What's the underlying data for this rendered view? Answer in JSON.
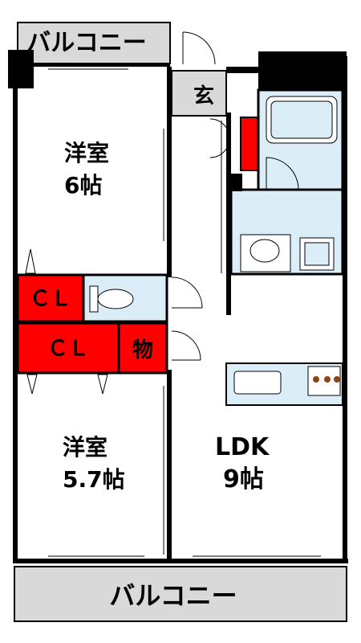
{
  "floorplan": {
    "balcony_top": "バルコニー",
    "balcony_bottom": "バルコニー",
    "entrance": "玄",
    "bedroom1": {
      "name": "洋室",
      "size": "6帖"
    },
    "bedroom2": {
      "name": "洋室",
      "size": "5.7帖"
    },
    "ldk": {
      "name": "LDK",
      "size": "9帖"
    },
    "closet1": "ＣＬ",
    "closet2": "ＣＬ",
    "storage": "物"
  },
  "colors": {
    "wall": "#000000",
    "balcony": "#d9d9d9",
    "wet_area": "#dbeef8",
    "closet": "#ff0000",
    "floor": "#ffffff"
  }
}
